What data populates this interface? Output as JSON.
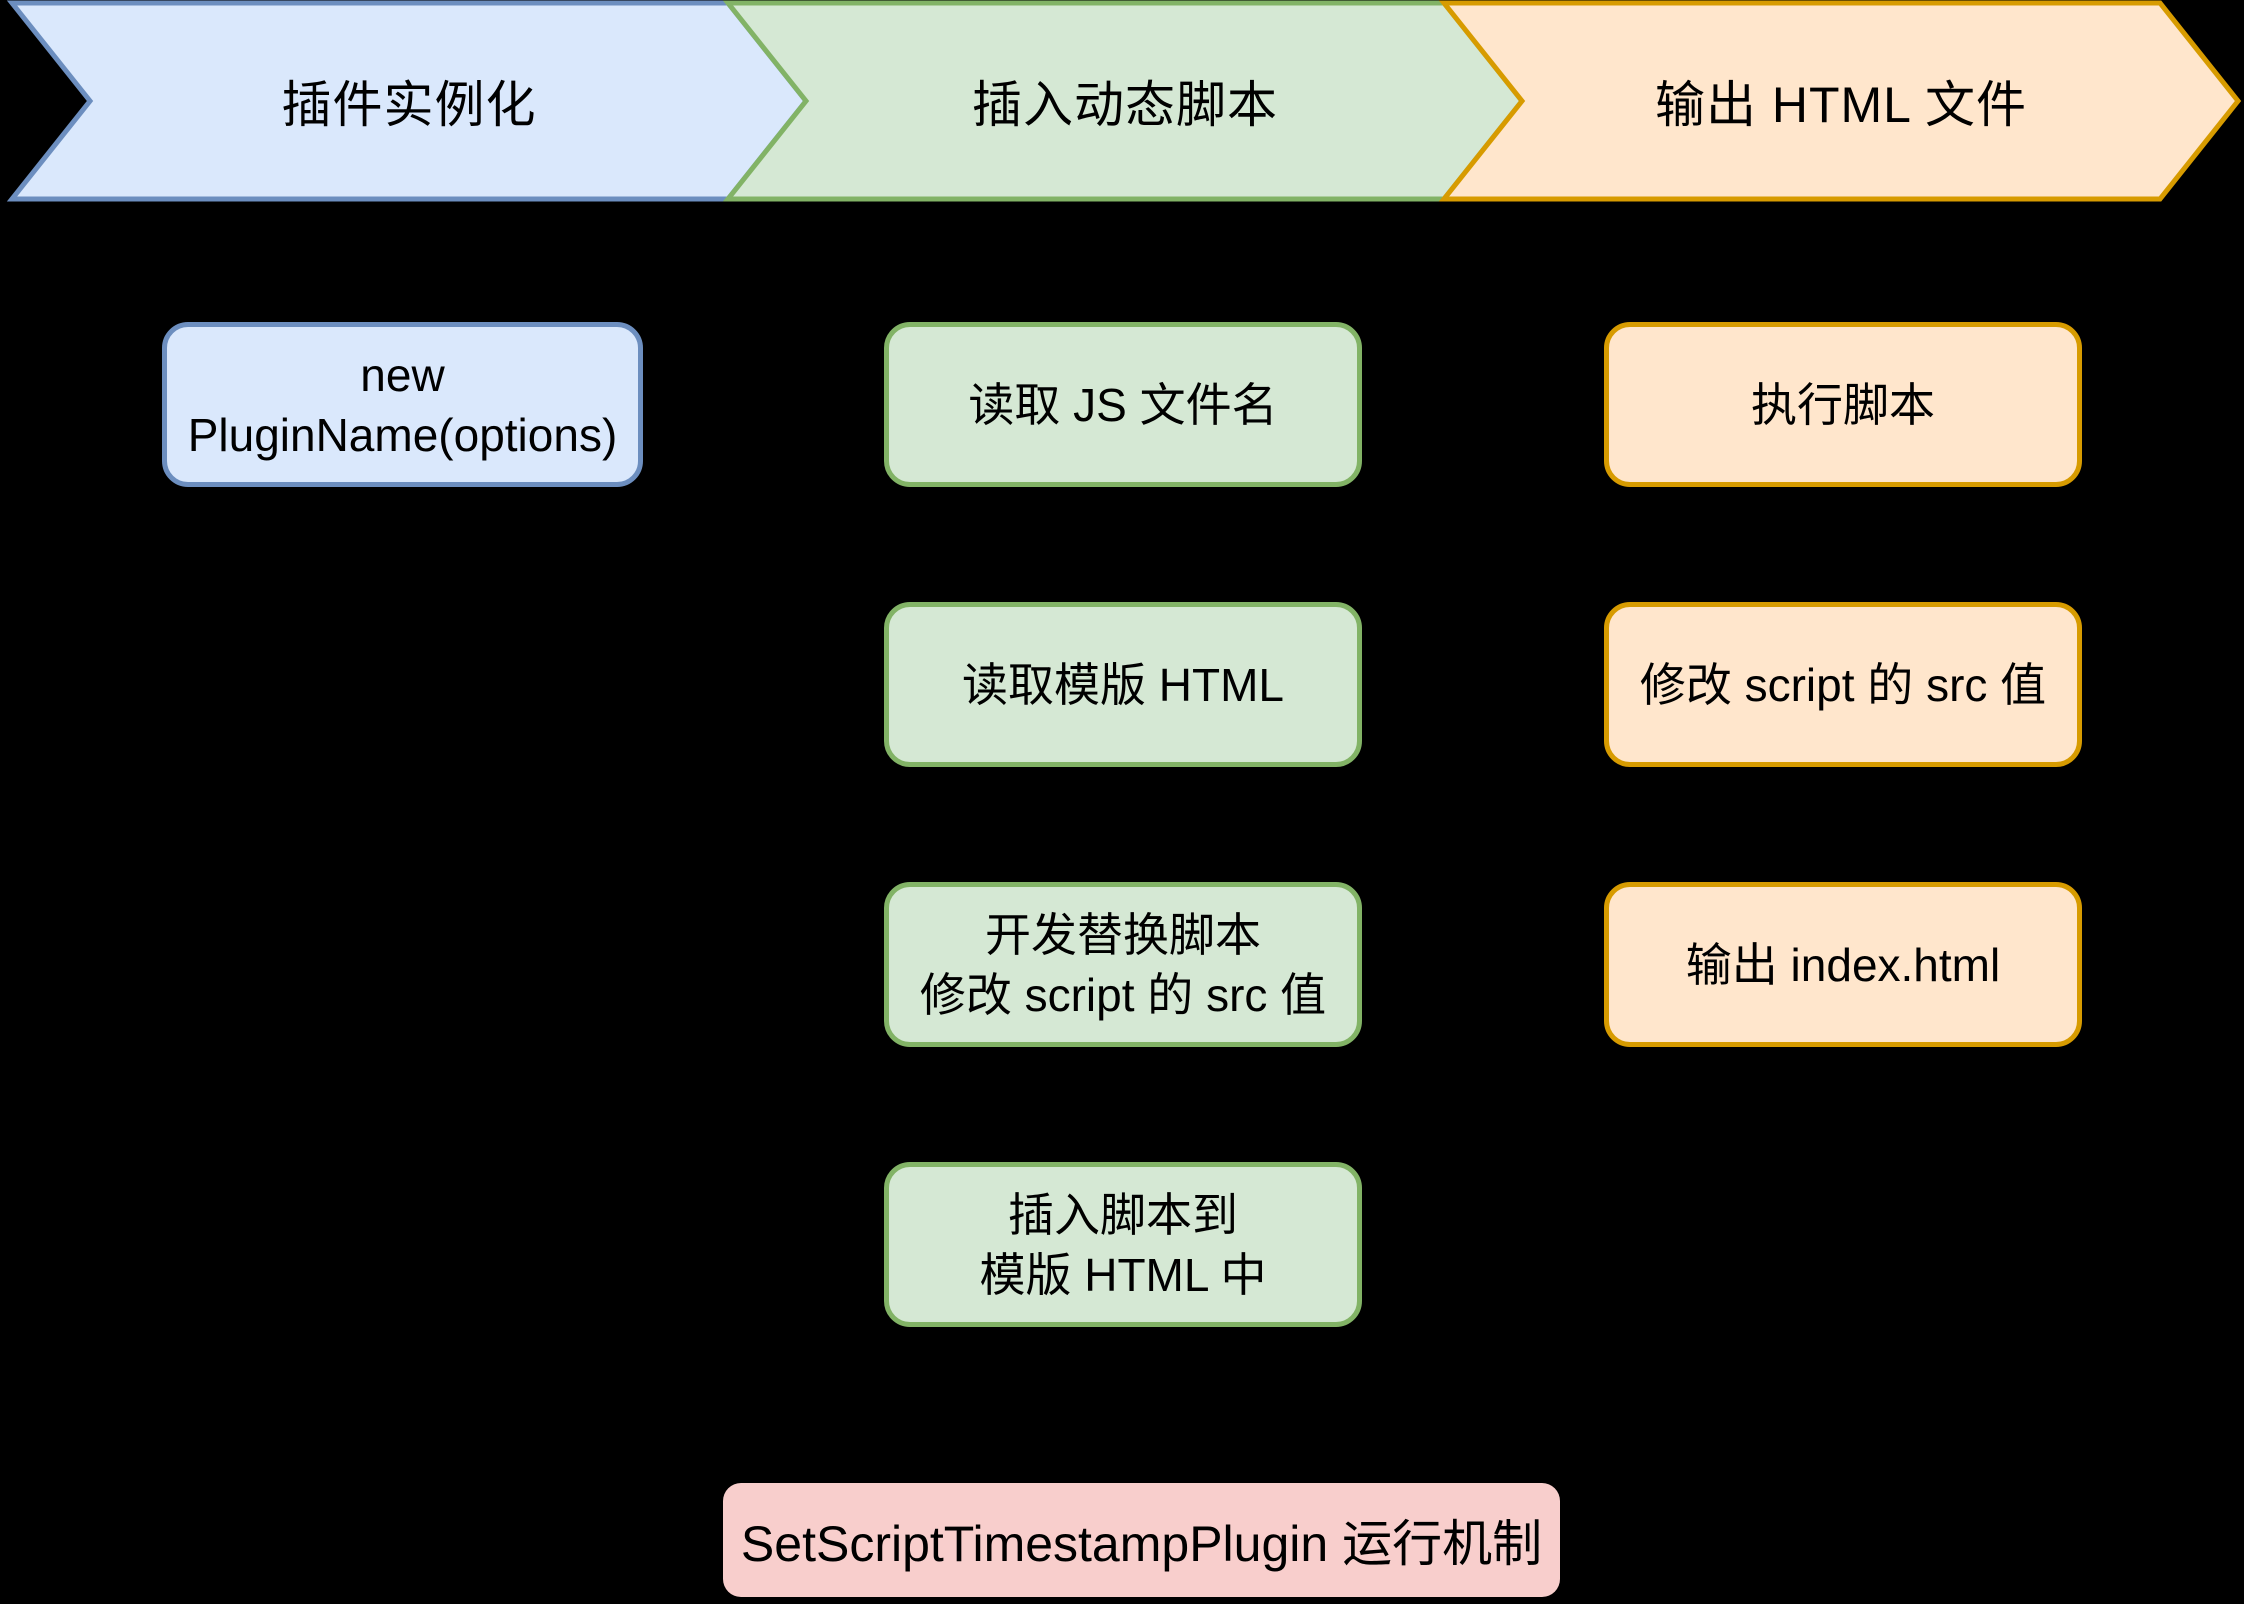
{
  "diagram": {
    "background": "#000000",
    "text_color": "#000000",
    "stages": {
      "stage1": {
        "label": "插件实例化",
        "fill": "#dae8fc",
        "stroke": "#6c8ebf"
      },
      "stage2": {
        "label": "插入动态脚本",
        "fill": "#d5e8d4",
        "stroke": "#82b366"
      },
      "stage3": {
        "label": "输出 HTML 文件",
        "fill": "#ffe6cc",
        "stroke": "#d79b00"
      }
    },
    "col1": {
      "box1": "new\nPluginName(options)"
    },
    "col2": {
      "box1": "读取 JS 文件名",
      "box2": "读取模版 HTML",
      "box3": "开发替换脚本\n修改 script 的 src 值",
      "box4": "插入脚本到\n模版 HTML 中"
    },
    "col3": {
      "box1": "执行脚本",
      "box2": "修改 script 的 src 值",
      "box3": "输出 index.html"
    },
    "caption": {
      "label": "SetScriptTimestampPlugin 运行机制",
      "fill": "#f8cecc"
    }
  }
}
